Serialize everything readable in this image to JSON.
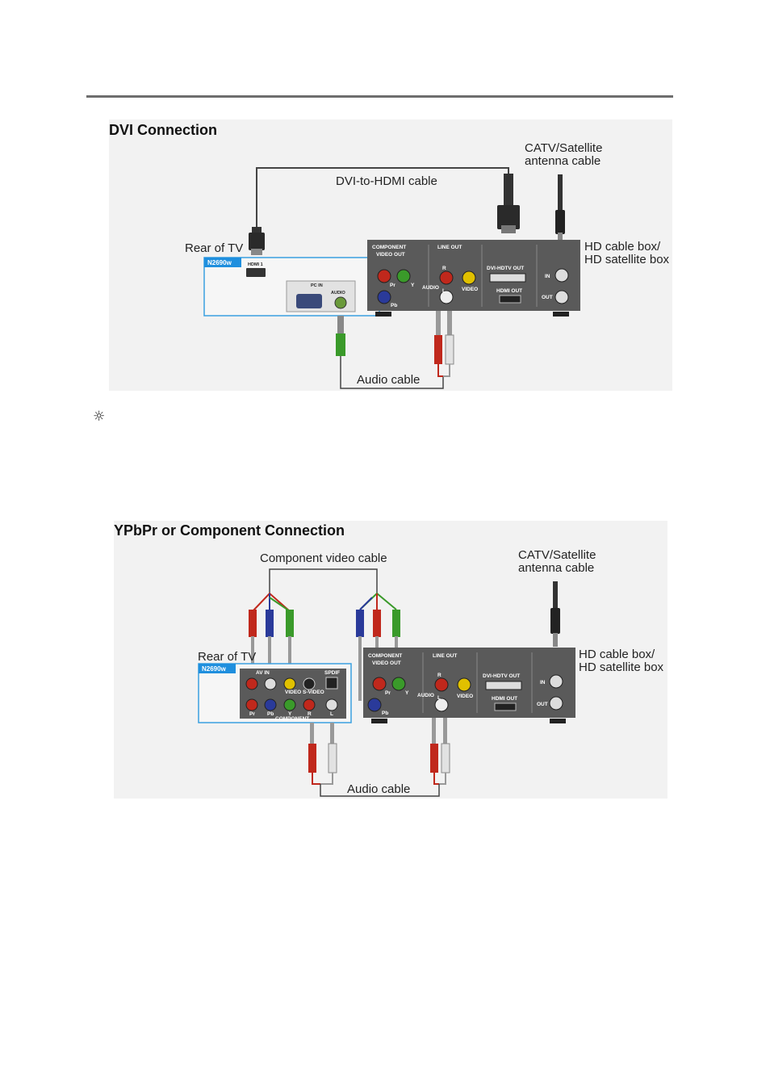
{
  "dvi": {
    "title": "DVI Connection",
    "antenna_label_1": "CATV/Satellite",
    "antenna_label_2": "antenna cable",
    "cable_label": "DVI-to-HDMI cable",
    "rear_label": "Rear of TV",
    "model": "N2690w",
    "hdmi1": "HDMI 1",
    "pc_in": "PC IN",
    "audio": "AUDIO",
    "box_component": "COMPONENT",
    "box_video_out": "VIDEO OUT",
    "box_line_out": "LINE OUT",
    "box_dvi_out": "DVI-HDTV OUT",
    "box_hdmi_out": "HDMI OUT",
    "box_in": "IN",
    "box_out": "OUT",
    "box_r": "R",
    "box_audio": "AUDIO",
    "box_l": "L",
    "box_video": "VIDEO",
    "box_pr": "Pr",
    "box_y": "Y",
    "box_pb": "Pb",
    "hd_box_1": "HD cable box/",
    "hd_box_2": "HD satellite box",
    "audio_cable": "Audio cable"
  },
  "note_icon": "sun-icon",
  "note_glyph": "☼",
  "ypbpr": {
    "title": "YPbPr or Component Connection",
    "cable_label": "Component video cable",
    "antenna_label_1": "CATV/Satellite",
    "antenna_label_2": "antenna cable",
    "rear_label": "Rear of TV",
    "model": "N2690w",
    "av_in": "AV IN",
    "spdif": "SPDIF",
    "tv_video": "VIDEO",
    "tv_svideo": "S-VIDEO",
    "tv_pr": "Pr",
    "tv_pb": "Pb",
    "tv_y": "Y",
    "tv_l": "L",
    "tv_r": "R",
    "tv_component": "COMPONENT",
    "box_component": "COMPONENT",
    "box_video_out": "VIDEO OUT",
    "box_line_out": "LINE OUT",
    "box_dvi_out": "DVI-HDTV OUT",
    "box_hdmi_out": "HDMI OUT",
    "box_in": "IN",
    "box_out": "OUT",
    "box_r": "R",
    "box_audio": "AUDIO",
    "box_l": "L",
    "box_video": "VIDEO",
    "box_pr": "Pr",
    "box_y": "Y",
    "box_pb": "Pb",
    "hd_box_1": "HD cable box/",
    "hd_box_2": "HD satellite box",
    "audio_cable": "Audio cable"
  },
  "colors": {
    "panel_bg": "#f2f2f2",
    "box_body": "#5a5a5a",
    "tv_frame": "#3aa0e0",
    "badge_bg": "#1f8fde",
    "red": "#c0281c",
    "green": "#3a9a2a",
    "blue": "#2a3a9a",
    "yellow": "#e0c000",
    "white_plug": "#dddddd"
  }
}
